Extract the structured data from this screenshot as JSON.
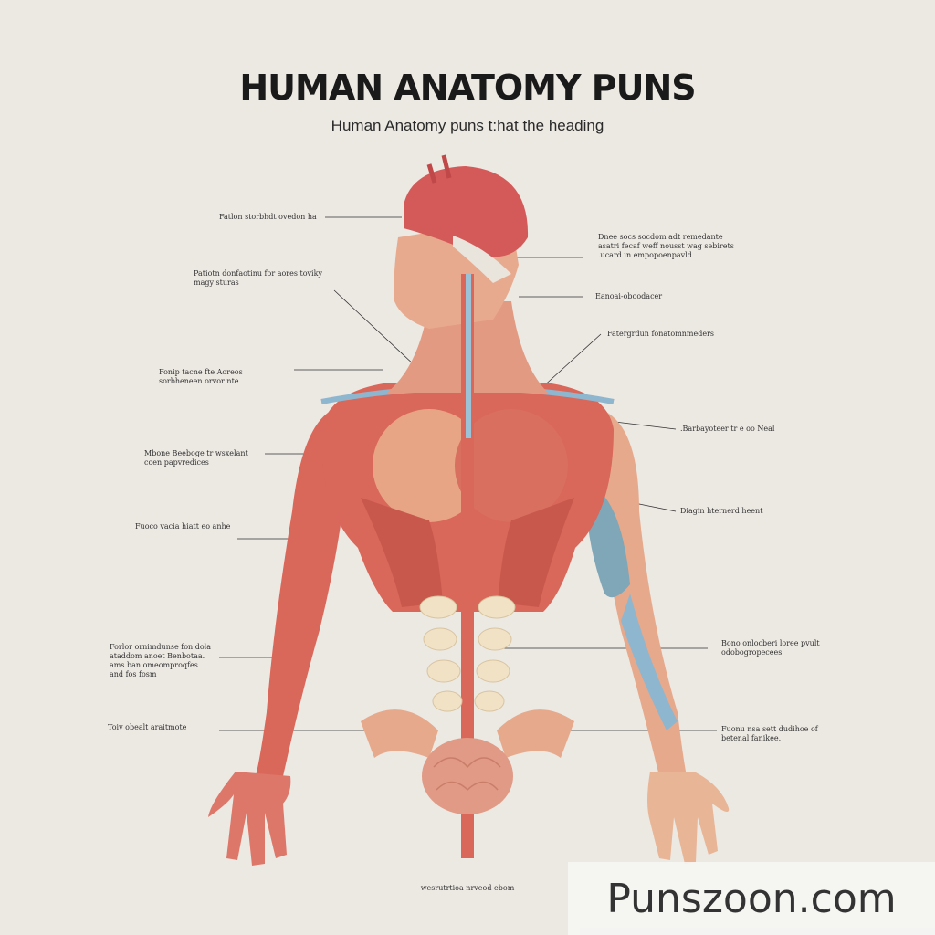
{
  "title": "HUMAN ANATOMY PUNS",
  "subtitle": "Human Anatomy puns t:hat the heading",
  "callouts_left": [
    "Fatlon storbhdt ovedon ha",
    "Patiotn donfaotinu for aores toviky\nmagy sturas",
    "Fonip tacne fte Aoreos\nsorbheneen orvor nte",
    "Mbone Beeboge tr wsxelant\ncoen papvredices",
    "Fuoco vacia hiatt eo anhe",
    "Forlor ornimdunse fon dola\nataddom anoet Benbotaa.\nams ban omeomproqfes\nand fos fosm",
    "Toiv obealt araitmote"
  ],
  "callouts_right": [
    "Dnee socs socdom adt remedante\nasatri fecaf weff nousst wag sebirets\n.ucard in empopoenpavld",
    "Eanoai-oboodacer",
    "Fatergrdun fonatomnmeders",
    ".Barbayoteer tr e oo Neal",
    "Diagin hternerd heent",
    "Bono onlocberi loree pvult\nodobogropecees",
    "Fuonu nsa sett dudihoe of\nbetenal fanikee."
  ],
  "bottom_caption": "wesrutrtioa nrveod ebom",
  "watermark": "Punszoon.com",
  "colors": {
    "background": "#ece8e2",
    "muscle": "#d9675a",
    "skin": "#e6a98c",
    "vein": "#8fb6cf",
    "bone": "#f1e2c6",
    "leader_line": "#333333"
  }
}
